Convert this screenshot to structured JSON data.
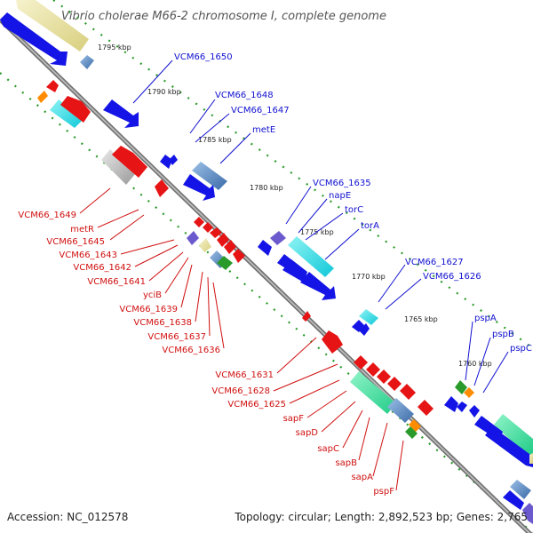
{
  "title": "Vibrio cholerae M66-2 chromosome I, complete genome",
  "footer": {
    "accession": "Accession: NC_012578",
    "topology": "Topology: circular; Length: 2,892,523 bp; Genes: 2,765"
  },
  "ticks": [
    "1795 kbp",
    "1790 kbp",
    "1785 kbp",
    "1780 kbp",
    "1775 kbp",
    "1770 kbp",
    "1765 kbp",
    "1760 kbp"
  ],
  "labels_positive_strand": [
    "VCM66_1650",
    "VCM66_1648",
    "VCM66_1647",
    "metE",
    "VCM66_1635",
    "napE",
    "torC",
    "torA",
    "VCM66_1627",
    "VCM66_1626",
    "pspA",
    "pspB",
    "pspC"
  ],
  "labels_negative_strand": [
    "VCM66_1649",
    "metR",
    "VCM66_1645",
    "VCM66_1643",
    "VCM66_1642",
    "VCM66_1641",
    "yciB",
    "VCM66_1639",
    "VCM66_1638",
    "VCM66_1637",
    "VCM66_1636",
    "VCM66_1631",
    "VCM66_1628",
    "VCM66_1625",
    "sapF",
    "sapD",
    "sapC",
    "sapB",
    "sapA",
    "pspF"
  ],
  "colors": {
    "positive_feature": "#1414e6",
    "negative_feature": "#e61414",
    "backbone": "#8a8a8a",
    "positive_label": "#1010d0",
    "negative_label": "#d01010",
    "tick_mark": "#2a9a2a",
    "cds_highlight": "#2ee6e6",
    "rna_highlight": "#2ee6a0",
    "steel": "#5a88c0",
    "grey_feature": "#b0b0b0",
    "khaki_feature": "#ece6a8",
    "purple_feature": "#6a5acd"
  }
}
